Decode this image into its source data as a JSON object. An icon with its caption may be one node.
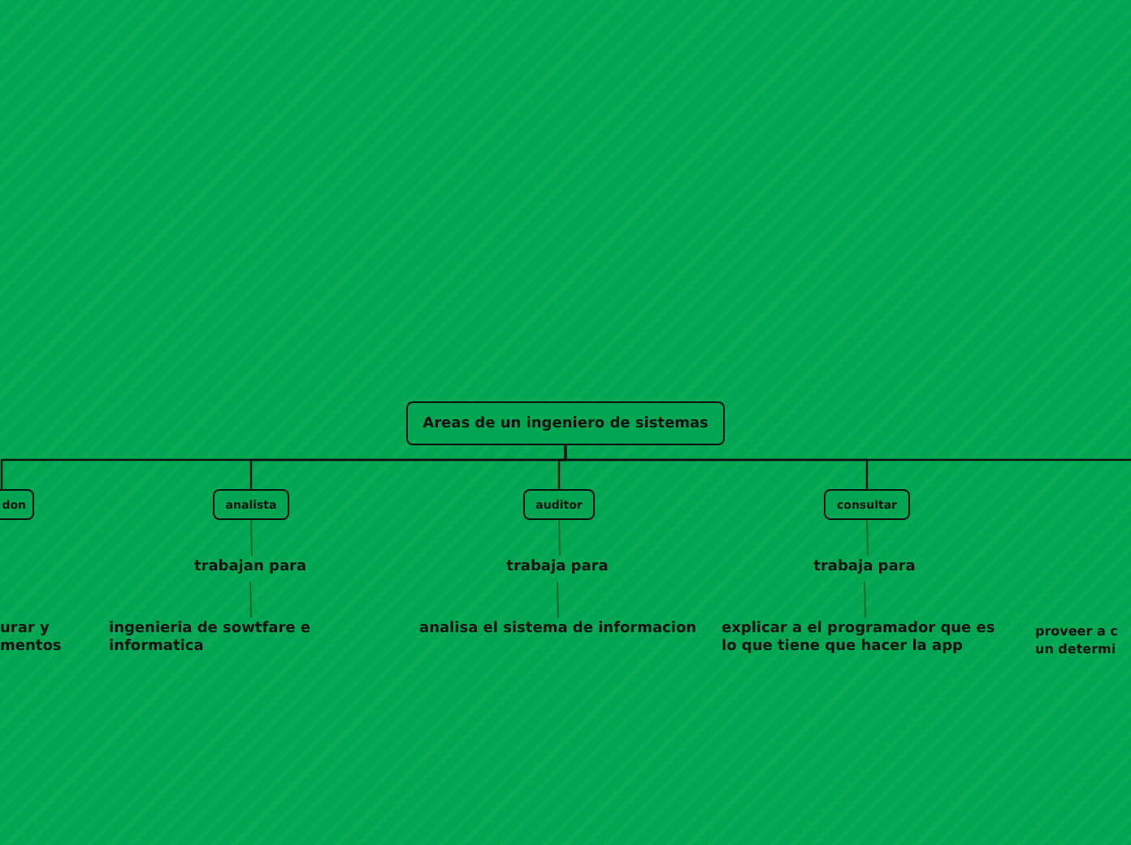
{
  "diagram": {
    "nodes": [
      {
        "text": [
          "Areas de un ingeniero de sistemas"
        ]
      },
      {
        "text": [
          "don"
        ]
      },
      {
        "text": [
          "analista"
        ]
      },
      {
        "text": [
          "auditor"
        ]
      },
      {
        "text": [
          "consultar"
        ]
      },
      {
        "text": [
          "trabajan para"
        ]
      },
      {
        "text": [
          "trabaja para"
        ]
      },
      {
        "text": [
          "trabaja para"
        ]
      },
      {
        "text": [
          "urar y mentos"
        ]
      },
      {
        "text": [
          "ingenieria de sowtfare e informatica"
        ]
      },
      {
        "text": [
          "analisa el sistema de informacion"
        ]
      },
      {
        "text": [
          "explicar a el programador que es lo que tiene que hacer la app"
        ]
      },
      {
        "text": [
          "proveer a c un determi"
        ]
      }
    ],
    "edges": [
      {
        "from": 0,
        "to": 1,
        "arrow": "none",
        "color": "#111111"
      },
      {
        "from": 0,
        "to": 2,
        "arrow": "none",
        "color": "#111111"
      },
      {
        "from": 0,
        "to": 3,
        "arrow": "none",
        "color": "#111111"
      },
      {
        "from": 0,
        "to": 4,
        "arrow": "none",
        "color": "#111111"
      },
      {
        "from": 0,
        "to": null,
        "arrow": "none",
        "color": "#111111"
      },
      {
        "from": 2,
        "to": 5,
        "arrow": "none"
      },
      {
        "from": 5,
        "to": 9,
        "arrow": "none"
      },
      {
        "from": 3,
        "to": 6,
        "arrow": "none"
      },
      {
        "from": 6,
        "to": 10,
        "arrow": "none"
      },
      {
        "from": 4,
        "to": 7,
        "arrow": "none"
      },
      {
        "from": 7,
        "to": 11,
        "arrow": "none"
      }
    ]
  }
}
